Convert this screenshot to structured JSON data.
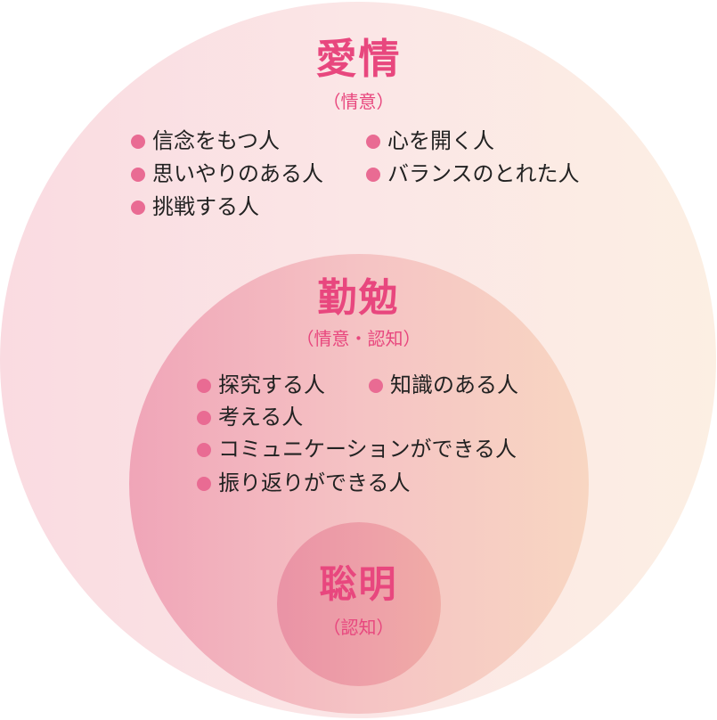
{
  "outer": {
    "title": "愛情",
    "subtitle": "（情意）",
    "items": [
      "信念をもつ人",
      "心を開く人",
      "思いやりのある人",
      "バランスのとれた人",
      "挑戦する人"
    ]
  },
  "middle": {
    "title": "勤勉",
    "subtitle": "（情意・認知）",
    "items": [
      "探究する人",
      "知識のある人",
      "考える人",
      "コミュニケーションができる人",
      "振り返りができる人"
    ]
  },
  "inner": {
    "title": "聡明",
    "subtitle": "（認知）"
  },
  "colors": {
    "accent": "#e8477e",
    "bullet": "#e96b93"
  }
}
